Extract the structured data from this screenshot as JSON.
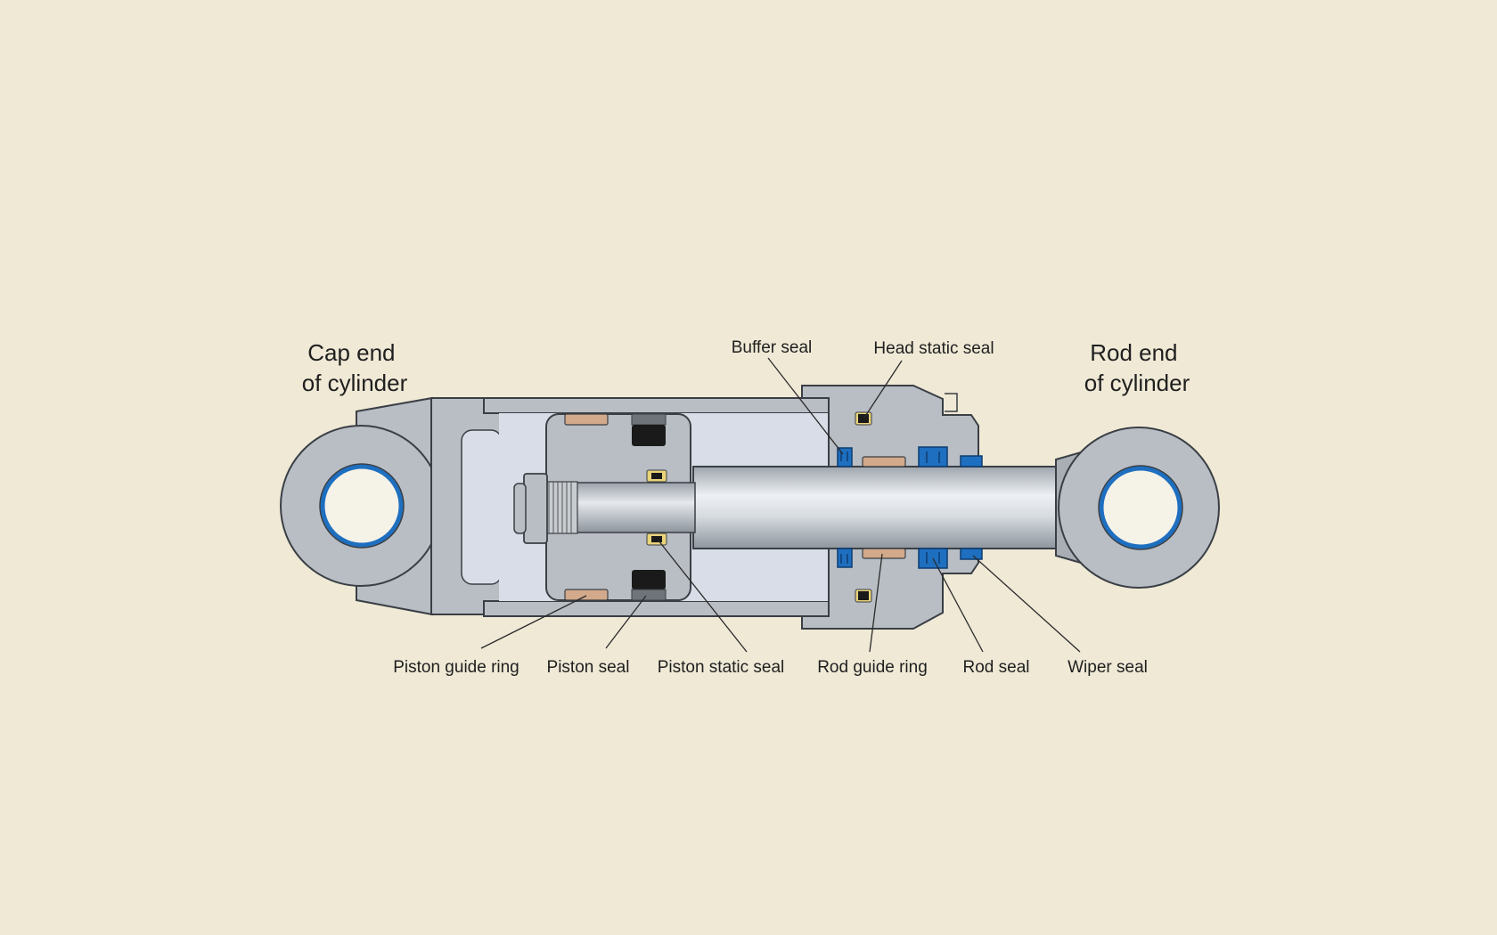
{
  "diagram": {
    "titles": {
      "cap_end": [
        "Cap end",
        "of cylinder"
      ],
      "rod_end": [
        "Rod end",
        "of cylinder"
      ]
    },
    "labels": {
      "buffer_seal": "Buffer seal",
      "head_static_seal": "Head static seal",
      "piston_guide_ring": "Piston guide ring",
      "piston_seal": "Piston seal",
      "piston_static_seal": "Piston static seal",
      "rod_guide_ring": "Rod guide ring",
      "rod_seal": "Rod seal",
      "wiper_seal": "Wiper seal"
    },
    "colors": {
      "background": "#efe9d6",
      "steel": "#b9bec4",
      "chamber": "#d9dde7",
      "seal_blue": "#1e6fc0",
      "guide_ring": "#d2a98a",
      "seal_black": "#1a1a1a",
      "static_seal_yellow": "#e8d37a"
    }
  }
}
